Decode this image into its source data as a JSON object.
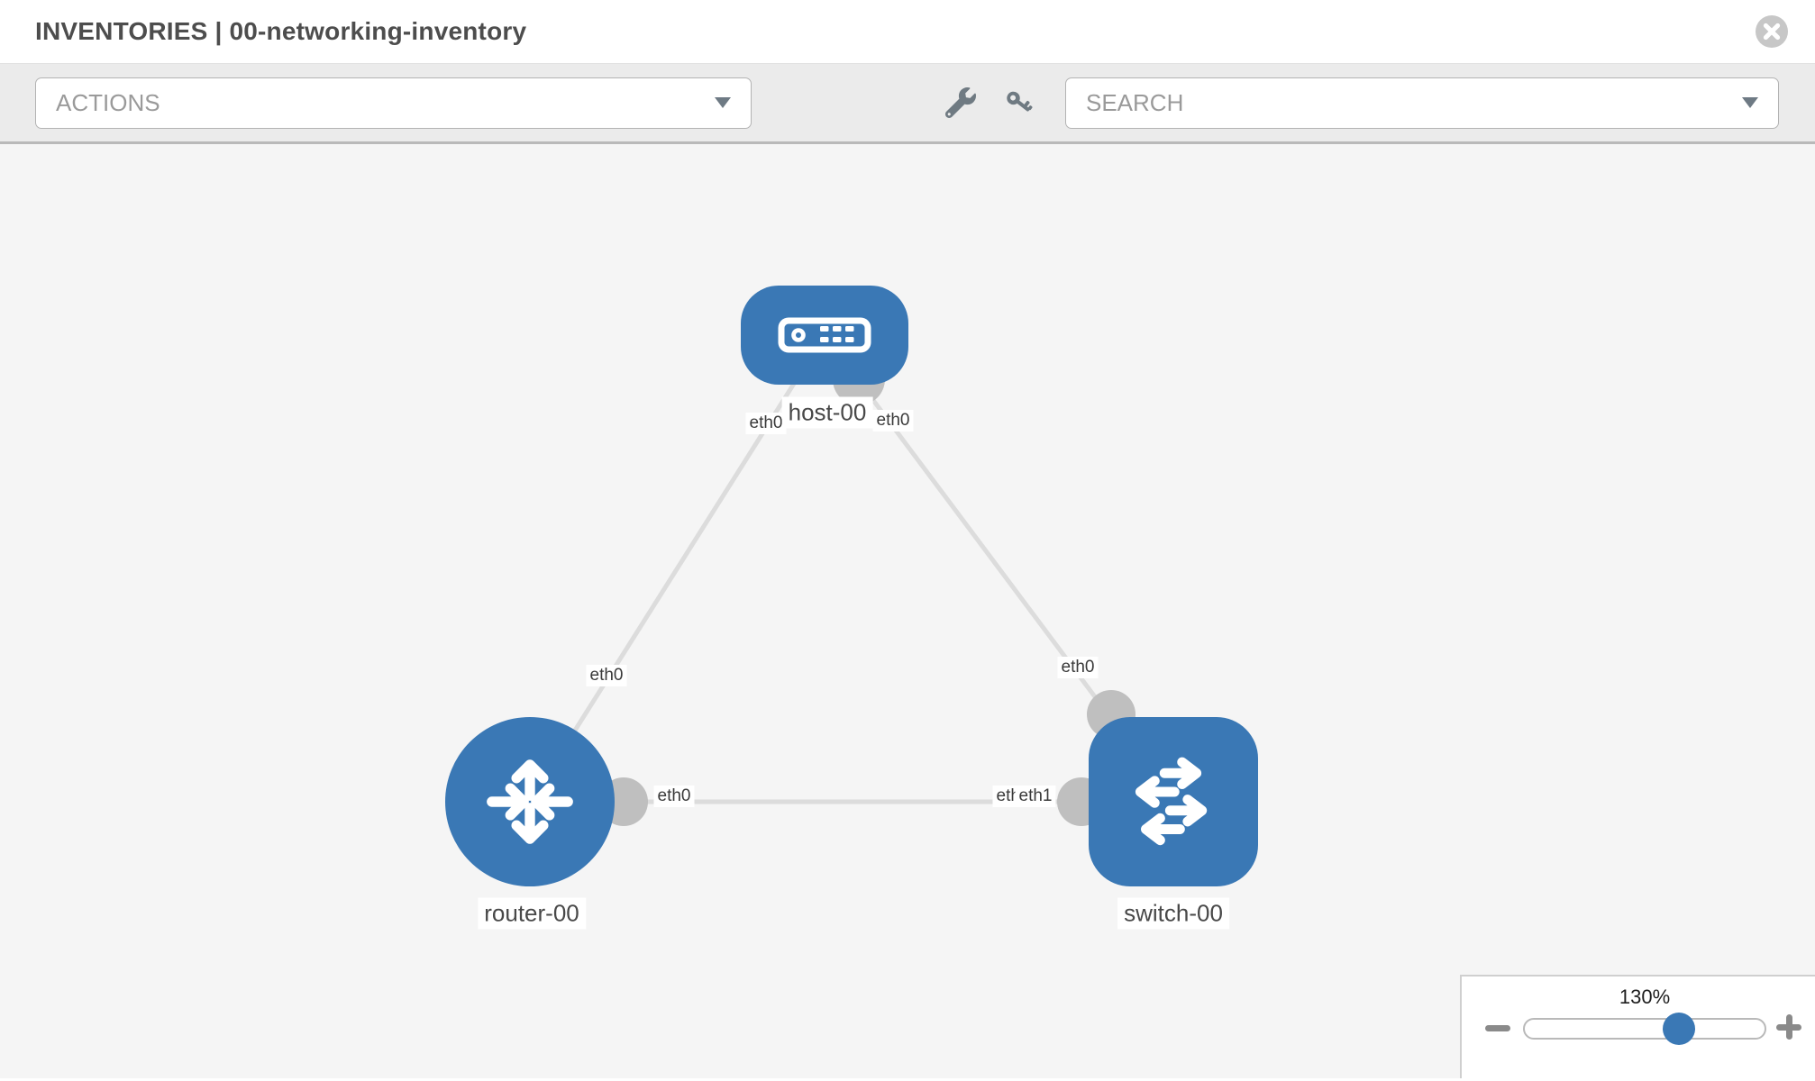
{
  "header": {
    "title": "INVENTORIES | 00-networking-inventory"
  },
  "toolbar": {
    "actions_placeholder": "ACTIONS",
    "search_placeholder": "SEARCH"
  },
  "icons": {
    "close": "x-in-circle",
    "wrench": "wrench",
    "key": "key",
    "actions_caret": "triangle-down",
    "search_caret": "triangle-down",
    "host": "server-front-panel",
    "router": "four-arrows-cross",
    "switch": "staggered-exchange-arrows"
  },
  "colors": {
    "node_blue": "#3a78b5",
    "port_gray": "#bfbfbf",
    "link_gray": "#dcdcdc",
    "canvas_bg": "#f5f5f5",
    "toolbar_bg": "#ebebeb"
  },
  "topology": {
    "nodes": [
      {
        "id": "host-00",
        "type": "host",
        "label": "host-00"
      },
      {
        "id": "router-00",
        "type": "router",
        "label": "router-00"
      },
      {
        "id": "switch-00",
        "type": "switch",
        "label": "switch-00"
      }
    ],
    "links": [
      {
        "from": "host-00",
        "to": "router-00",
        "from_interface": "eth0",
        "to_interface": "eth0"
      },
      {
        "from": "host-00",
        "to": "switch-00",
        "from_interface": "eth0",
        "to_interface": "eth1"
      },
      {
        "from": "router-00",
        "to": "switch-00",
        "from_interface": "eth0",
        "to_interface": "eth0"
      }
    ],
    "interface_labels": {
      "host_left": "eth0",
      "host_right": "eth0",
      "host_router_link": "eth0",
      "host_switch_link": "eth0",
      "router_port": "eth0",
      "switch_port_under": "eth0",
      "switch_port_over": "eth1"
    }
  },
  "zoom_control": {
    "level": "130%"
  }
}
